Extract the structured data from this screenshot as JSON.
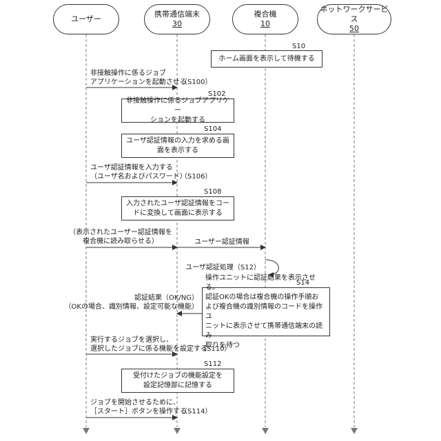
{
  "actors": {
    "user": {
      "name": "ユーザー"
    },
    "terminal": {
      "name": "携帯通信端末",
      "number": "30"
    },
    "mfp": {
      "name": "複合機",
      "number": "10"
    },
    "network": {
      "name": "ネットワークサービス",
      "number": "50"
    }
  },
  "steps": {
    "s10": {
      "code": "S10",
      "text": "ホーム画面を表示して待機する"
    },
    "s100": {
      "text_line1": "非接触操作に係るジョブ",
      "text_line2": "アプリケーションを起動させる",
      "code": "（S100）"
    },
    "s102": {
      "code": "S102",
      "text_line1": "非接触操作に係るジョブアプリケー",
      "text_line2": "ションを起動する"
    },
    "s104": {
      "code": "S104",
      "text_line1": "ユーザ認証情報の入力を求める画",
      "text_line2": "面を表示する"
    },
    "s106": {
      "text_line1": "ユーザ認証情報を入力する",
      "text_line2": "（ユーザ名およびパスワード）",
      "code": "（S106）"
    },
    "s108": {
      "code": "S108",
      "text_line1": "入力されたユーザ認証情報をコー",
      "text_line2": "ドに変換して画面に表示する"
    },
    "read": {
      "text_line1": "（表示されたユーザー認証情報を",
      "text_line2": "複合機に読み取らせる）"
    },
    "auth_info": {
      "text": "ユーザー認証情報"
    },
    "s12": {
      "text": "ユーザ認証処理（S12）"
    },
    "s14": {
      "code": "S14",
      "lines": [
        "操作ユニットに認証結果を表示させる。",
        "認証OKの場合は複合機の操作手順お",
        "よび複合機の識別情報のコードを操作ユ",
        "ニットに表示させて携帯通信端末の読み",
        "取りを待つ"
      ]
    },
    "result": {
      "text_line1": "認証結果（OK/NG）",
      "text_line2": "（OKの場合、識別情報、設定可能な機能）"
    },
    "s110": {
      "text_line1": "実行するジョブを選択し、",
      "text_line2": "選択したジョブに係る機能を設定する",
      "code": "（S110）"
    },
    "s112": {
      "code": "S112",
      "text_line1": "受付けたジョブの機能設定を",
      "text_line2": "設定記憶部に記憶する"
    },
    "s114": {
      "text_line1": "ジョブを開始させるために、",
      "text_line2": "［スタート］ボタンを操作する",
      "code": "（S114）"
    }
  }
}
